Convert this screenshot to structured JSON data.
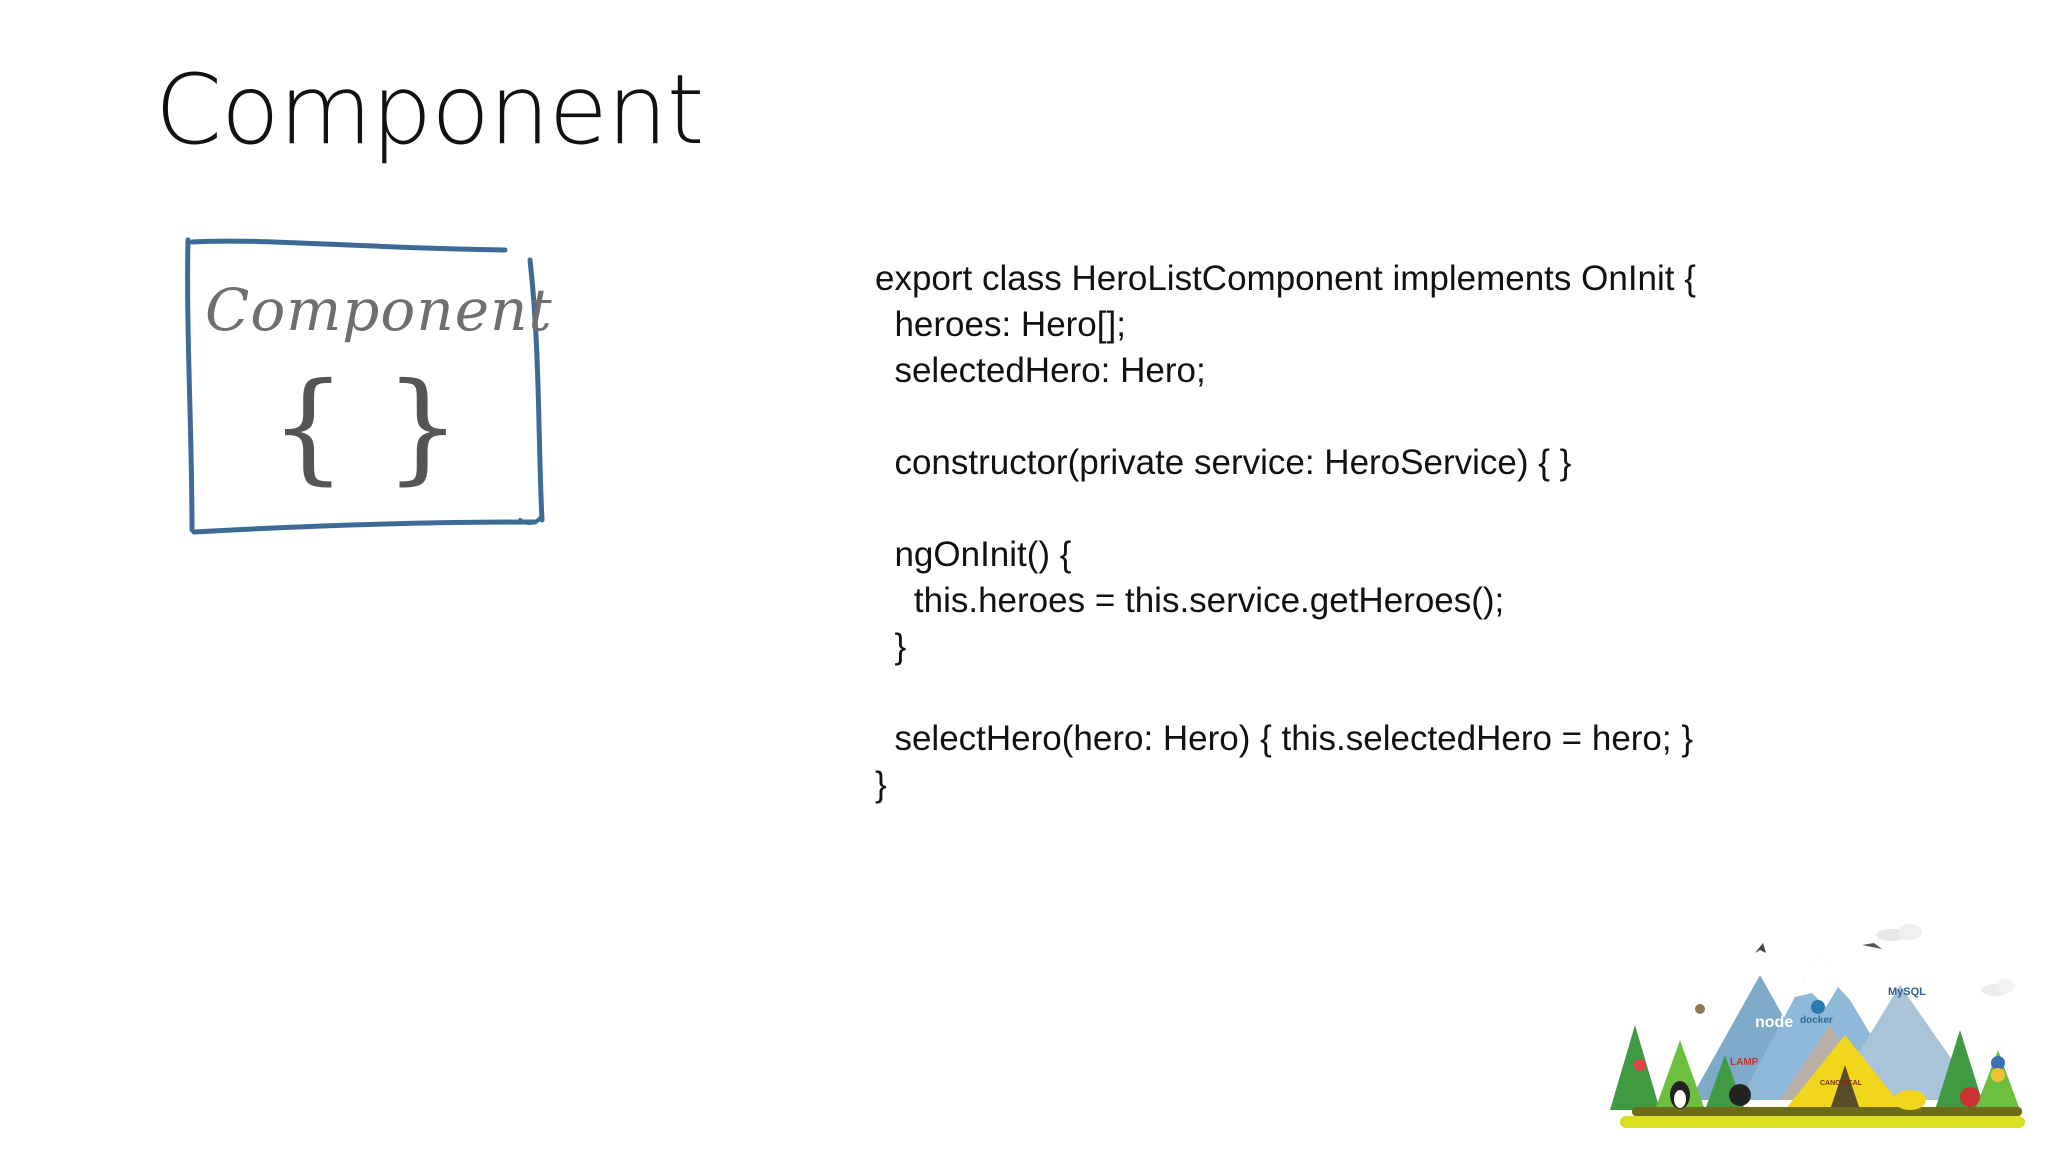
{
  "slide": {
    "title": "Component"
  },
  "sketch": {
    "label": "Component",
    "braces": "{ }"
  },
  "code": {
    "lines": [
      "export class HeroListComponent implements OnInit {",
      "  heroes: Hero[];",
      "  selectedHero: Hero;",
      "",
      "  constructor(private service: HeroService) { }",
      "",
      "  ngOnInit() {",
      "    this.heroes = this.service.getHeroes();",
      "  }",
      "",
      "  selectHero(hero: Hero) { this.selectedHero = hero; }",
      "}"
    ]
  },
  "illustration": {
    "logos": {
      "node": "node",
      "docker": "docker",
      "mysql": "MySQL",
      "lamp": "LAMP",
      "canonical": "CANONICAL"
    },
    "colors": {
      "mountain_blue": "#8fb9d8",
      "mountain_dark": "#5f8fb6",
      "mountain_gray": "#b9b0a8",
      "tree_green": "#3f9a42",
      "tree_light": "#6cbf3f",
      "tent_yellow": "#f1d71b",
      "ground_yellow": "#d9e021",
      "ground_olive": "#6b6b1a"
    }
  }
}
